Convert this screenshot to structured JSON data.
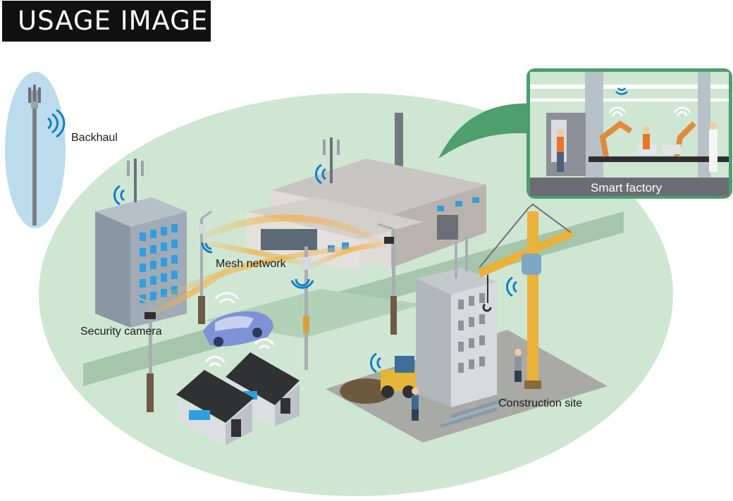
{
  "banner": {
    "text": "USAGE IMAGE"
  },
  "labels": {
    "backhaul": "Backhaul",
    "mesh_network": "Mesh network",
    "security_camera": "Security camera",
    "construction_site": "Construction site",
    "smart_factory": "Smart factory"
  },
  "colors": {
    "ground": "#cfe6d3",
    "road": "#9ebfa4",
    "inset_bg": "#4e9e6e",
    "inset_panel": "#6c6c75",
    "wifi": "#0f7fc4",
    "mesh_beam": "#f2b24c",
    "crane": "#e9b23a",
    "tower_halo": "#bcdcee"
  },
  "icons": [
    "cell-tower-icon",
    "wifi-signal-icon",
    "office-building-icon",
    "factory-building-icon",
    "street-lamp-icon",
    "security-camera-icon",
    "car-icon",
    "house-icon",
    "crane-icon",
    "excavator-icon",
    "worker-icon",
    "robot-arm-icon"
  ]
}
